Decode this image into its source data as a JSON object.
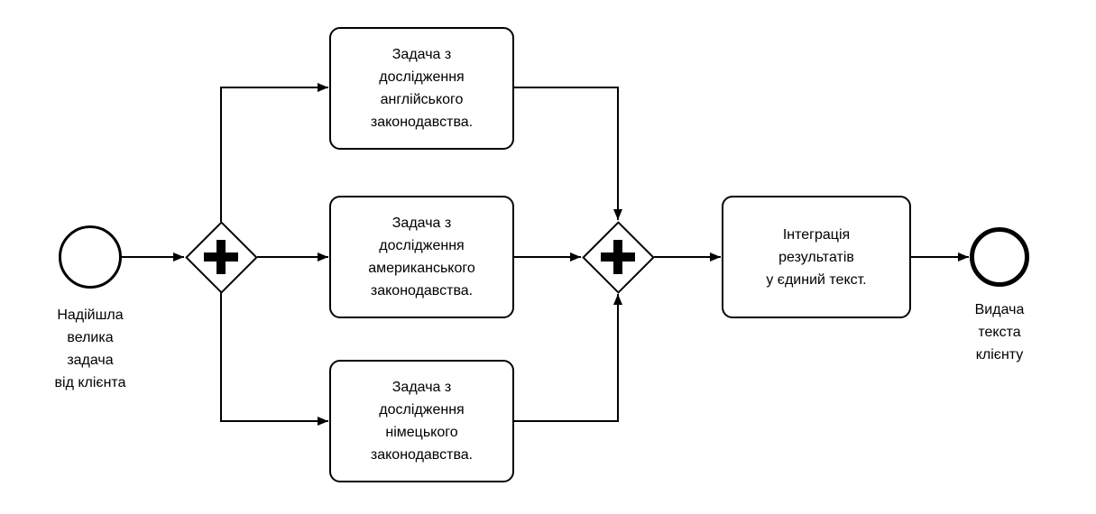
{
  "diagram": {
    "type": "bpmn-process",
    "colors": {
      "stroke": "#000000",
      "fill": "#ffffff"
    },
    "start_event": {
      "label": "Надійшла велика задача від клієнта",
      "lines": [
        "Надійшла",
        "велика",
        "задача",
        "від клієнта"
      ]
    },
    "gateways": [
      {
        "id": "split",
        "kind": "parallel",
        "symbol": "+"
      },
      {
        "id": "join",
        "kind": "parallel",
        "symbol": "+"
      }
    ],
    "tasks": [
      {
        "label": "Задача з дослідження англійського законодавства.",
        "lines": [
          "Задача з",
          "дослідження",
          "англійського",
          "законодавства."
        ]
      },
      {
        "label": "Задача з дослідження американського законодавства.",
        "lines": [
          "Задача з",
          "дослідження",
          "американського",
          "законодавства."
        ]
      },
      {
        "label": "Задача з дослідження німецького законодавства.",
        "lines": [
          "Задача з",
          "дослідження",
          "німецького",
          "законодавства."
        ]
      },
      {
        "label": "Інтеграція результатів у єдиний текст.",
        "lines": [
          "Інтеграція",
          "результатів",
          "у єдиний текст."
        ]
      }
    ],
    "end_event": {
      "label": "Видача текста клієнту",
      "lines": [
        "Видача",
        "текста",
        "клієнту"
      ]
    }
  }
}
